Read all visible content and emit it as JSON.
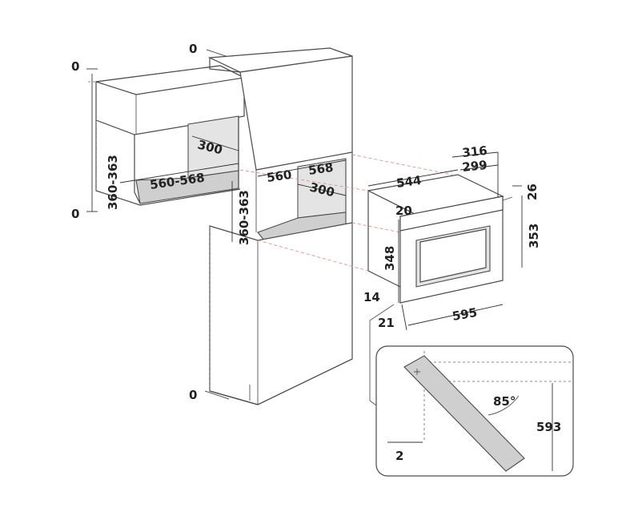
{
  "dimensions": {
    "wall_unit_top_gap": "0",
    "wall_unit_bottom_gap": "0",
    "wall_height_range": "360-363",
    "wall_width_range": "560-568",
    "wall_depth": "300",
    "tall_top_gap": "0",
    "tall_bottom_gap": "0",
    "tall_height_range": "360-363",
    "tall_width_min": "560",
    "tall_width_max": "568",
    "tall_depth": "300",
    "oven_depth_total": "544",
    "oven_depth_a": "316",
    "oven_depth_b": "299",
    "oven_top_offset": "26",
    "oven_inner_top": "20",
    "oven_body_height": "348",
    "oven_front_height": "353",
    "oven_bottom_offset": "14",
    "oven_side_offset": "21",
    "oven_width": "595",
    "door_angle": "85°",
    "door_clearance": "2",
    "door_height": "593"
  }
}
